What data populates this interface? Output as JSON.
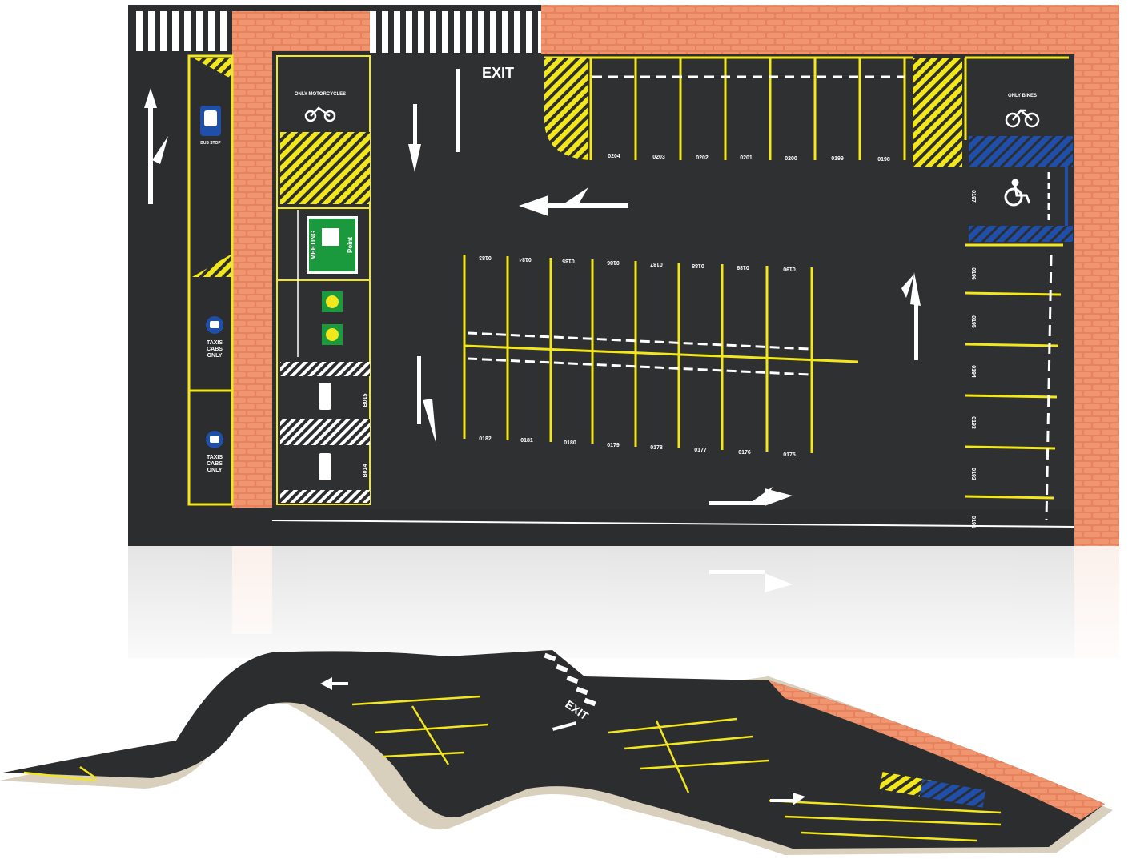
{
  "product": {
    "exit_label": "EXIT",
    "only_motorcycles": "ONLY MOTORCYCLES",
    "only_bikes": "ONLY BIKES",
    "bus_stop": "BUS STOP",
    "meeting_sign": {
      "line1": "MEETING",
      "line2": "Point"
    },
    "taxi_signs": [
      {
        "line1": "TAXIS",
        "line2": "CABS",
        "line3": "ONLY"
      },
      {
        "line1": "TAXIS",
        "line2": "CABS",
        "line3": "ONLY"
      }
    ],
    "loading_bays": [
      "B015",
      "B014"
    ],
    "top_row_numbers": [
      "0204",
      "0203",
      "0202",
      "0201",
      "0200",
      "0199",
      "0198"
    ],
    "middle_upper_numbers": [
      "0183",
      "0184",
      "0185",
      "0186",
      "0187",
      "0188",
      "0189",
      "0190"
    ],
    "middle_lower_numbers": [
      "0182",
      "0181",
      "0180",
      "0179",
      "0178",
      "0177",
      "0176",
      "0175"
    ],
    "right_column_numbers": [
      "0197",
      "0196",
      "0195",
      "0194",
      "0193",
      "0192",
      "0191"
    ]
  },
  "colors": {
    "asphalt": "#2c2d2f",
    "sidewalk": "#e8825c",
    "yellow_line": "#f2e61c",
    "white_line": "#ffffff",
    "accessible_blue": "#1f4fa8",
    "sign_green": "#1a9a3c"
  },
  "icons": [
    "motorcycle-icon",
    "bicycle-icon",
    "wheelchair-icon",
    "bus-icon",
    "taxi-icon",
    "van-icon",
    "meeting-point-icon",
    "arrow-icon"
  ]
}
